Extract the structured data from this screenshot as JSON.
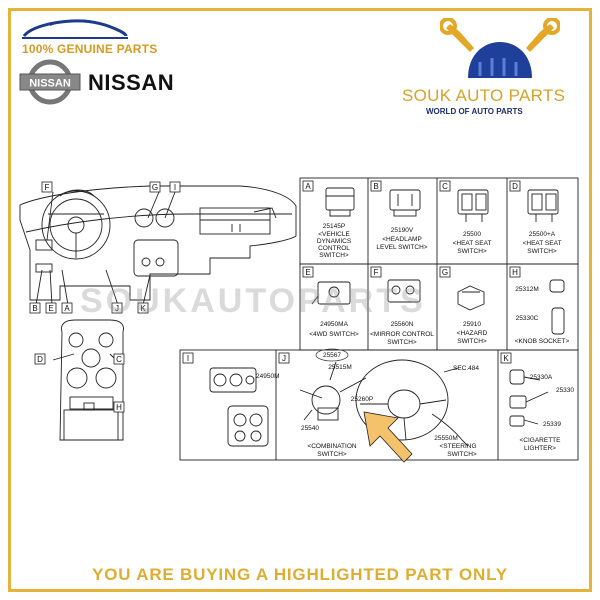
{
  "header": {
    "genuine_label": "100% GENUINE PARTS",
    "brand_name": "NISSAN",
    "logo_text": "NISSAN",
    "shop_name": "SOUK AUTO PARTS",
    "shop_tagline": "WORLD OF AUTO PARTS"
  },
  "watermark": "SOUKAUTOPARTS",
  "footer": "YOU ARE BUYING A HIGHLIGHTED PART ONLY",
  "colors": {
    "accent_gold": "#e8b33a",
    "navy": "#1e2d6e",
    "highlight_arrow": "#f3c26a"
  },
  "diagram": {
    "overview_markers": [
      "F",
      "G",
      "I",
      "B",
      "E",
      "A",
      "J",
      "K",
      "D",
      "C",
      "H"
    ],
    "panels": {
      "A": {
        "letter": "A",
        "part": "25145P",
        "caption_1": "<VEHICLE",
        "caption_2": "DYNAMICS",
        "caption_3": "CONTROL",
        "caption_4": "SWITCH>"
      },
      "B": {
        "letter": "B",
        "part": "25190V",
        "caption_1": "<HEADLAMP",
        "caption_2": "LEVEL SWITCH>"
      },
      "C": {
        "letter": "C",
        "part": "25500",
        "caption_1": "<HEAT SEAT",
        "caption_2": "SWITCH>"
      },
      "D": {
        "letter": "D",
        "part": "25500+A",
        "caption_1": "<HEAT SEAT",
        "caption_2": "SWITCH>"
      },
      "E": {
        "letter": "E",
        "part": "24950MA",
        "caption_1": "<4WD SWITCH>"
      },
      "F": {
        "letter": "F",
        "part": "25560N",
        "caption_1": "<MIRROR CONTROL",
        "caption_2": "SWITCH>"
      },
      "G": {
        "letter": "G",
        "part": "25910",
        "caption_1": "<HAZARD",
        "caption_2": "SWITCH>"
      },
      "H": {
        "letter": "H",
        "part_1": "25312M",
        "part_2": "25330C",
        "caption_1": "<KNOB SOCKET>"
      },
      "I": {
        "letter": "I",
        "part": "24950M"
      },
      "J": {
        "letter": "J",
        "part_1": "25567",
        "part_2": "25515M",
        "part_3": "25260P",
        "part_4": "25540",
        "part_5": "SEC.484",
        "part_6": "25550M",
        "caption_1": "<COMBINATION",
        "caption_2": "SWITCH>",
        "caption_3": "<STEERING",
        "caption_4": "SWITCH>"
      },
      "K": {
        "letter": "K",
        "part_1": "25330A",
        "part_2": "25330",
        "part_3": "25339",
        "caption_1": "<CIGARETTE",
        "caption_2": "LIGHTER>"
      }
    }
  }
}
